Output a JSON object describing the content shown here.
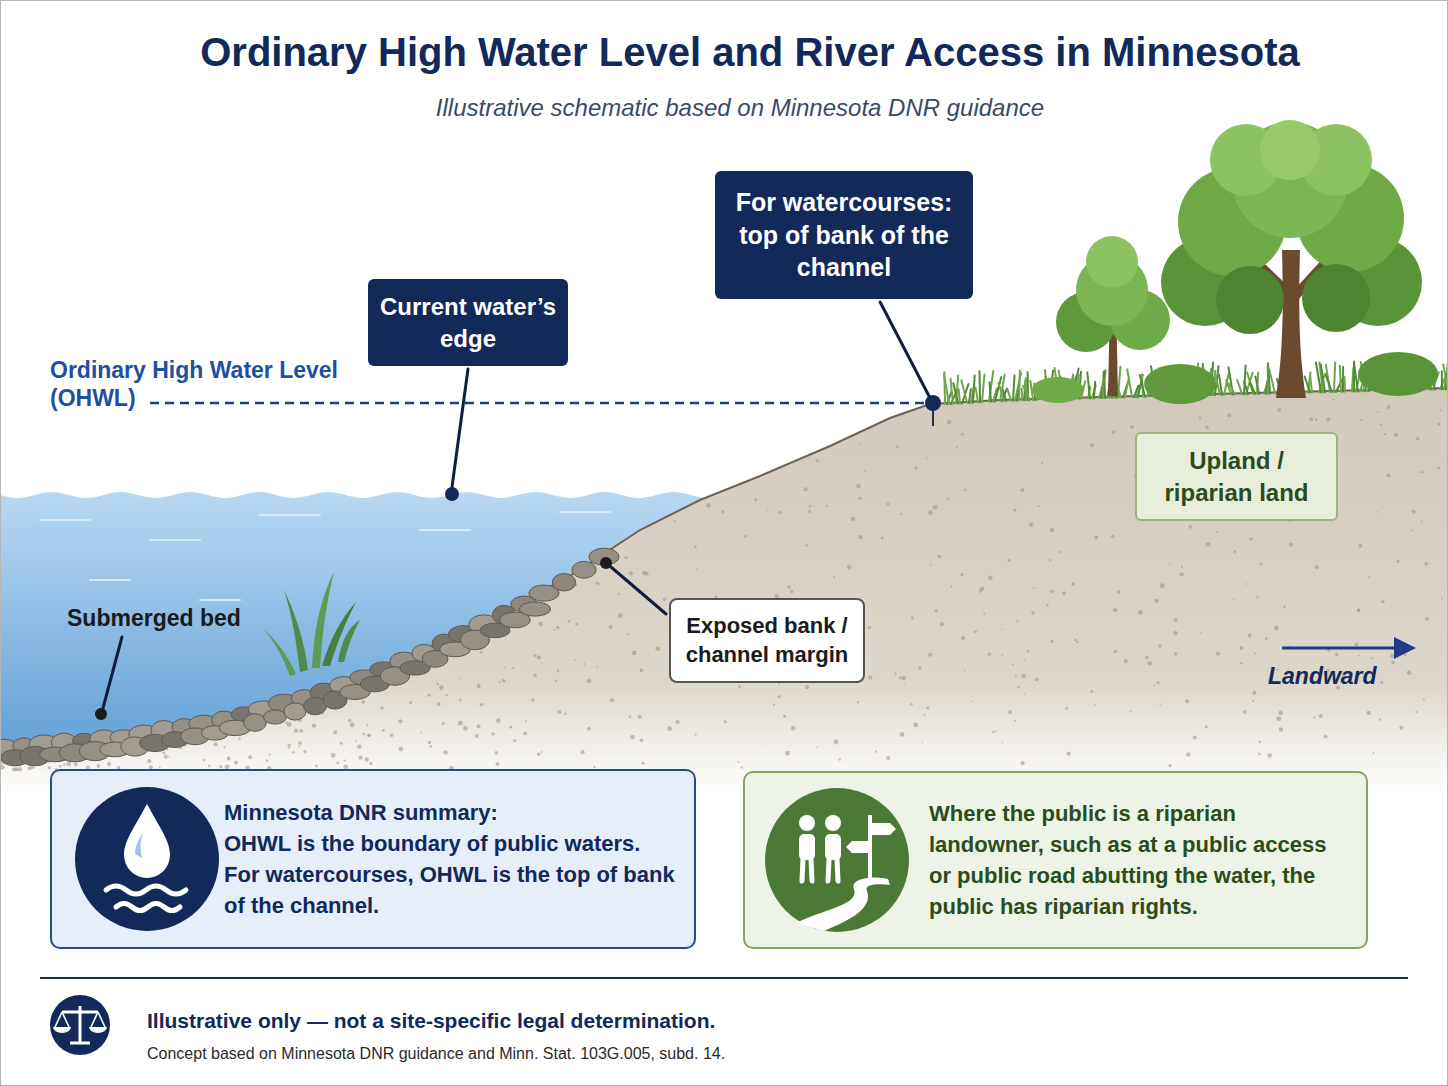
{
  "diagram": {
    "title": "Ordinary High Water Level and River Access in Minnesota",
    "caption": "Illustrative schematic based on Minnesota DNR guidance",
    "nodes": [
      {
        "text": [
          "Current water’s edge"
        ]
      },
      {
        "text": [
          "For watercourses: top of bank of the channel"
        ]
      },
      {
        "text": [
          "Upland / riparian land"
        ]
      },
      {
        "text": [
          "Exposed bank / channel margin"
        ]
      },
      {
        "text": [
          "Minnesota DNR summary:",
          "OHWL is the boundary of public waters. For watercourses, OHWL is the top of bank of the channel."
        ]
      },
      {
        "text": [
          "Where the public is a riparian landowner, such as at a public access or public road abutting the water, the public has riparian rights."
        ]
      }
    ],
    "labels": [
      "Ordinary High Water Level (OHWL)",
      "Submerged bed",
      "Landward",
      "Illustrative only — not a site-specific legal determination.",
      "Concept based on Minnesota DNR guidance and Minn. Stat. 103G.005, subd. 14."
    ]
  }
}
